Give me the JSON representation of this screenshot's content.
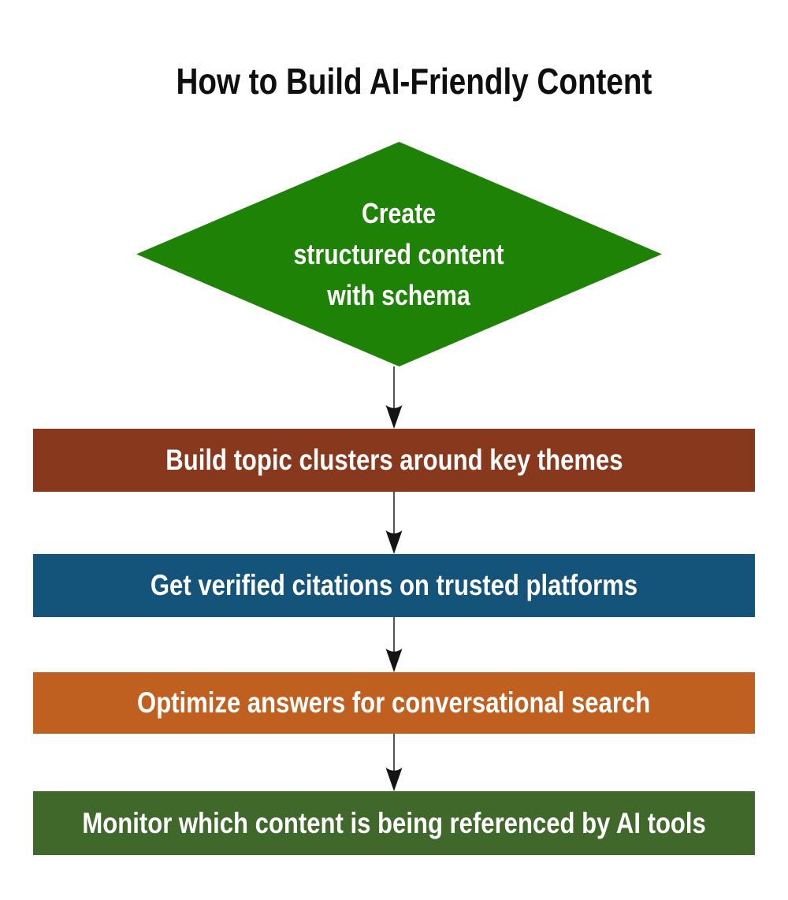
{
  "title": "How to Build AI-Friendly Content",
  "flow": {
    "diamond": {
      "label": "Create structured content with schema",
      "label_lines": [
        "Create",
        "structured content",
        "with schema"
      ],
      "color": "#1e8207",
      "text_color": "#ffffff"
    },
    "steps": [
      {
        "label": "Build topic clusters around key themes",
        "color": "#87381d"
      },
      {
        "label": "Get verified citations on trusted platforms",
        "color": "#14537a"
      },
      {
        "label": "Optimize answers for conversational search",
        "color": "#c06020"
      },
      {
        "label": "Monitor which content is being referenced by AI tools",
        "color": "#3f682a"
      }
    ],
    "arrow_color": "#141414",
    "arrow_line_color": "#555555"
  },
  "background_color": "#ffffff",
  "step_text_color": "#ffffff",
  "title_color": "#0f0f0f"
}
